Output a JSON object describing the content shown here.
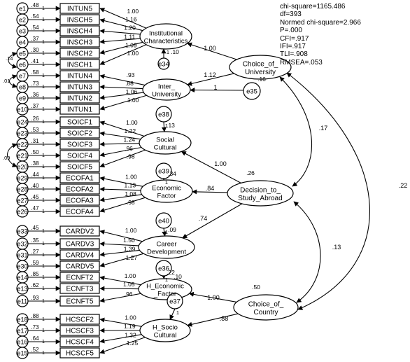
{
  "fit_stats": [
    "chi-square=1165.486",
    "df=393",
    "Normed chi-square=2.966",
    "P=.000",
    "CFI=.917",
    "IFI=.917",
    "TLI=.908",
    "RMSEA=.053"
  ],
  "indicators": [
    {
      "name": "INTUN5",
      "error": "e1",
      "e": ".48",
      "l": "1"
    },
    {
      "name": "INSCH5",
      "error": "e2",
      "e": ".54",
      "l": "1"
    },
    {
      "name": "INSCH4",
      "error": "e3",
      "e": ".54",
      "l": "1"
    },
    {
      "name": "INSCH3",
      "error": "e4",
      "e": ".37",
      "l": "1"
    },
    {
      "name": "INSCH2",
      "error": "e5",
      "e": ".30",
      "l": "1"
    },
    {
      "name": "INSCH1",
      "error": "e6",
      "e": ".41",
      "l": "1"
    },
    {
      "name": "INTUN4",
      "error": "e7",
      "e": ".58",
      "l": "1"
    },
    {
      "name": "INTUN3",
      "error": "e8",
      "e": ".73",
      "l": "1"
    },
    {
      "name": "INTUN2",
      "error": "e9",
      "e": ".36",
      "l": "1"
    },
    {
      "name": "INTUN1",
      "error": "e10",
      "e": ".37",
      "l": "1"
    },
    {
      "name": "SOICF1",
      "error": "e24",
      "e": ".26",
      "l": "1"
    },
    {
      "name": "SOICF2",
      "error": "e23",
      "e": ".53",
      "l": "1"
    },
    {
      "name": "SOICF3",
      "error": "e22",
      "e": ".31",
      "l": "1"
    },
    {
      "name": "SOICF4",
      "error": "e21",
      "e": ".50",
      "l": "1"
    },
    {
      "name": "SOICF5",
      "error": "e20",
      "e": ".38",
      "l": "1"
    },
    {
      "name": "ECOFA1",
      "error": "e29",
      "e": ".44",
      "l": "1"
    },
    {
      "name": "ECOFA2",
      "error": "e28",
      "e": ".40",
      "l": "1"
    },
    {
      "name": "ECOFA3",
      "error": "e27",
      "e": ".45",
      "l": "1"
    },
    {
      "name": "ECOFA4",
      "error": "e26",
      "e": ".47",
      "l": "1"
    },
    {
      "name": "CARDV2",
      "error": "e33",
      "e": ".45",
      "l": "1"
    },
    {
      "name": "CARDV3",
      "error": "e32",
      "e": ".35",
      "l": "1"
    },
    {
      "name": "CARDV4",
      "error": "e31",
      "e": ".27",
      "l": "1"
    },
    {
      "name": "CARDV5",
      "error": "e30",
      "e": ".59",
      "l": "1"
    },
    {
      "name": "ECNFT2",
      "error": "e14",
      "e": ".85",
      "l": "1"
    },
    {
      "name": "ECNFT3",
      "error": "e13",
      "e": ".62",
      "l": "1"
    },
    {
      "name": "ECNFT5",
      "error": "e11",
      "e": ".93",
      "l": "1"
    },
    {
      "name": "HCSCF2",
      "error": "e18",
      "e": ".88",
      "l": "1"
    },
    {
      "name": "HCSCF3",
      "error": "e17",
      "e": ".73",
      "l": "1"
    },
    {
      "name": "HCSCF4",
      "error": "e16",
      "e": ".64",
      "l": "1"
    },
    {
      "name": "HCSCF5",
      "error": "e15",
      "e": ".52",
      "l": "1"
    }
  ],
  "factors": [
    {
      "lines": [
        "Institutional",
        "Characteristics"
      ],
      "r2": "",
      "disturbance": "e34",
      "dist_label": "1",
      "dist_var": ".10",
      "loadings": [
        "1.00",
        "1.16",
        "1.20",
        "1.11",
        "1.09",
        "1.00"
      ]
    },
    {
      "lines": [
        "Inter_",
        "University"
      ],
      "r2": "",
      "disturbance": "e35",
      "dist_label": "1",
      "dist_var": ".16",
      "loadings": [
        ".93",
        ".88",
        "1.06",
        "1.00"
      ]
    },
    {
      "lines": [
        "Social",
        "Cultural"
      ],
      "r2": ".13",
      "disturbance": "e38",
      "dist_label": "1",
      "dist_var": "",
      "loadings": [
        "1.00",
        "1.22",
        "1.24",
        ".96",
        ".98"
      ]
    },
    {
      "lines": [
        "Economic",
        "Factor"
      ],
      "r2": ".34",
      "disturbance": "e39",
      "dist_label": "1",
      "dist_var": "",
      "loadings": [
        "1.00",
        "1.13",
        "1.08",
        ".98"
      ]
    },
    {
      "lines": [
        "Career",
        "Development"
      ],
      "r2": ".09",
      "disturbance": "e40",
      "dist_label": "1",
      "dist_var": "",
      "loadings": [
        "1.00",
        "1.50",
        "1.39",
        "1.27"
      ]
    },
    {
      "lines": [
        "H_Economic",
        "_Factor"
      ],
      "r2": ".22",
      "disturbance": "e36",
      "dist_label": "1",
      "dist_var": ".10",
      "loadings": [
        "1.00",
        "1.05",
        ".96"
      ]
    },
    {
      "lines": [
        "H_Socio",
        "Cultural"
      ],
      "r2": "",
      "disturbance": "e37",
      "dist_label": "1",
      "dist_var": "",
      "loadings": [
        "1.00",
        "1.19",
        "1.32",
        "1.25"
      ]
    }
  ],
  "second_order": [
    {
      "lines": [
        "Choice_of_",
        "University"
      ],
      "r2": ""
    },
    {
      "lines": [
        "Decision_to_",
        "Study_Abroad"
      ],
      "r2": ".26"
    },
    {
      "lines": [
        "Choice_of_",
        "Country"
      ],
      "r2": ".50"
    }
  ],
  "paths": [
    {
      "label": "1.00"
    },
    {
      "label": "1.12"
    },
    {
      "label": "1.00"
    },
    {
      "label": ".84"
    },
    {
      "label": ".74"
    },
    {
      "label": "1.00"
    },
    {
      "label": ".88"
    }
  ],
  "structural": [
    {
      "label": ".17"
    },
    {
      "label": ".13"
    },
    {
      "label": ".22"
    }
  ],
  "extra_labels": [
    ".14",
    ".01",
    ".09"
  ]
}
